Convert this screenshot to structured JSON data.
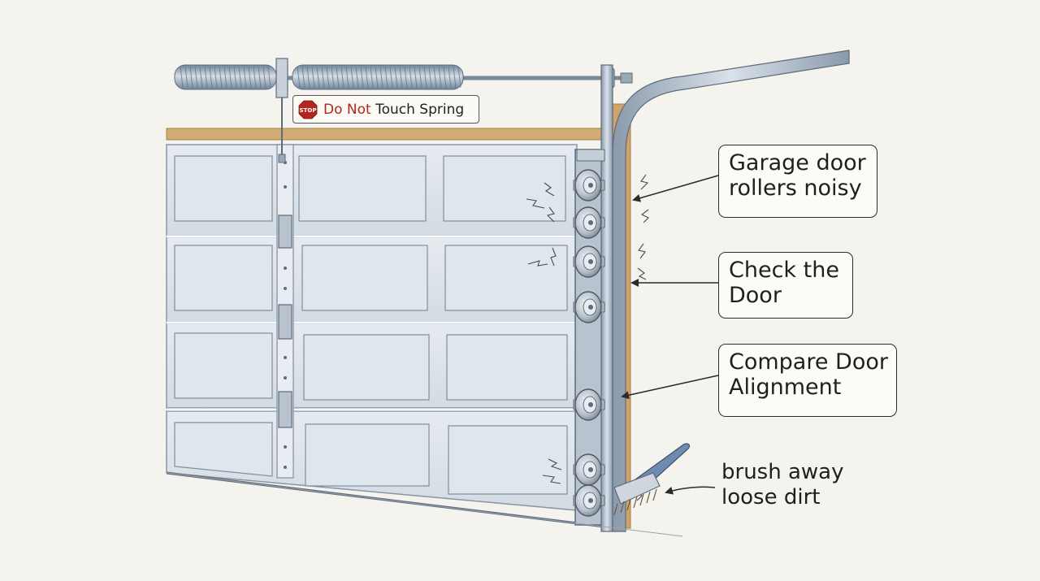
{
  "spring_tag": {
    "stop_sign_text": "STOP",
    "warning_red": "Do Not",
    "warning_rest": "Touch Spring"
  },
  "callouts": {
    "rollers_noisy": {
      "line1": "Garage door",
      "line2": "rollers noisy"
    },
    "check_door": {
      "line1": "Check the",
      "line2": "Door"
    },
    "compare_alignment": {
      "line1": "Compare Door",
      "line2": "Alignment"
    }
  },
  "brush_note": {
    "line1": "brush away",
    "line2": "loose dirt"
  },
  "colors": {
    "background": "#f4f3ee",
    "door_panel": "#dde4ea",
    "track_metal": "#a9b7c6",
    "wood_frame": "#c9a06a",
    "stop_red": "#b3261e",
    "spring_blue": "#8fa3b8"
  }
}
